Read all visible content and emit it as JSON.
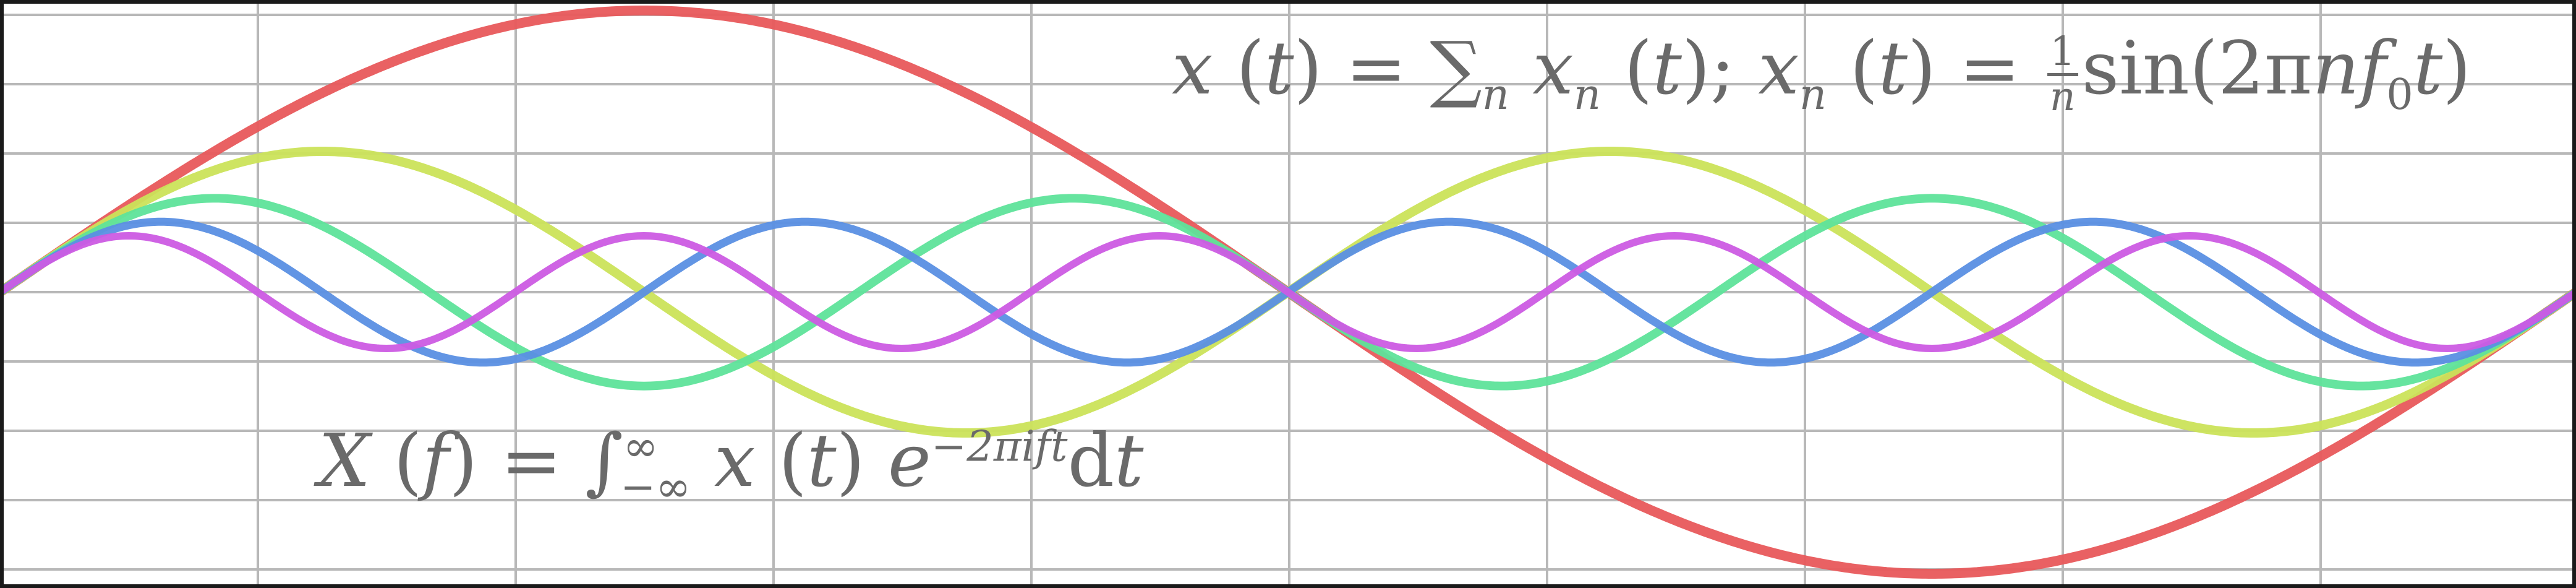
{
  "figure": {
    "frame_color": "#1a1a1a",
    "grid_color": "#b8b8b8",
    "text_color": "#6a6a6a",
    "background": "#ffffff"
  },
  "formulas": {
    "sum": {
      "x": "x",
      "t": "t",
      "equals": "=",
      "sum_symbol": "∑",
      "sum_index": "n",
      "xn": "x",
      "n_sub": "n",
      "semicolon": ";",
      "frac_num": "1",
      "frac_den": "n",
      "sin": "sin",
      "two_pi": "2π",
      "n": "n",
      "f": "f",
      "f_sub": "0",
      "t2": "t"
    },
    "fourier": {
      "X": "X",
      "f": "f",
      "equals": "=",
      "integral": "∫",
      "lower": "−∞",
      "upper": "∞",
      "x": "x",
      "t": "t",
      "e": "e",
      "exponent": "−2πift",
      "d": "d",
      "t2": "t"
    }
  },
  "chart_data": {
    "type": "line",
    "title": "",
    "xlabel": "",
    "ylabel": "",
    "xlim": [
      0,
      2
    ],
    "ylim": [
      -1.05,
      1.05
    ],
    "grid": true,
    "legend": "none",
    "series": [
      {
        "harmonic": 1,
        "amplitude": 1.0,
        "color": "#e8585b"
      },
      {
        "harmonic": 2,
        "amplitude": 0.5,
        "color": "#cbe35a"
      },
      {
        "harmonic": 3,
        "amplitude": 0.3333,
        "color": "#5ee39a"
      },
      {
        "harmonic": 4,
        "amplitude": 0.25,
        "color": "#5a8fe3"
      },
      {
        "harmonic": 5,
        "amplitude": 0.2,
        "color": "#cc5be3"
      }
    ]
  }
}
